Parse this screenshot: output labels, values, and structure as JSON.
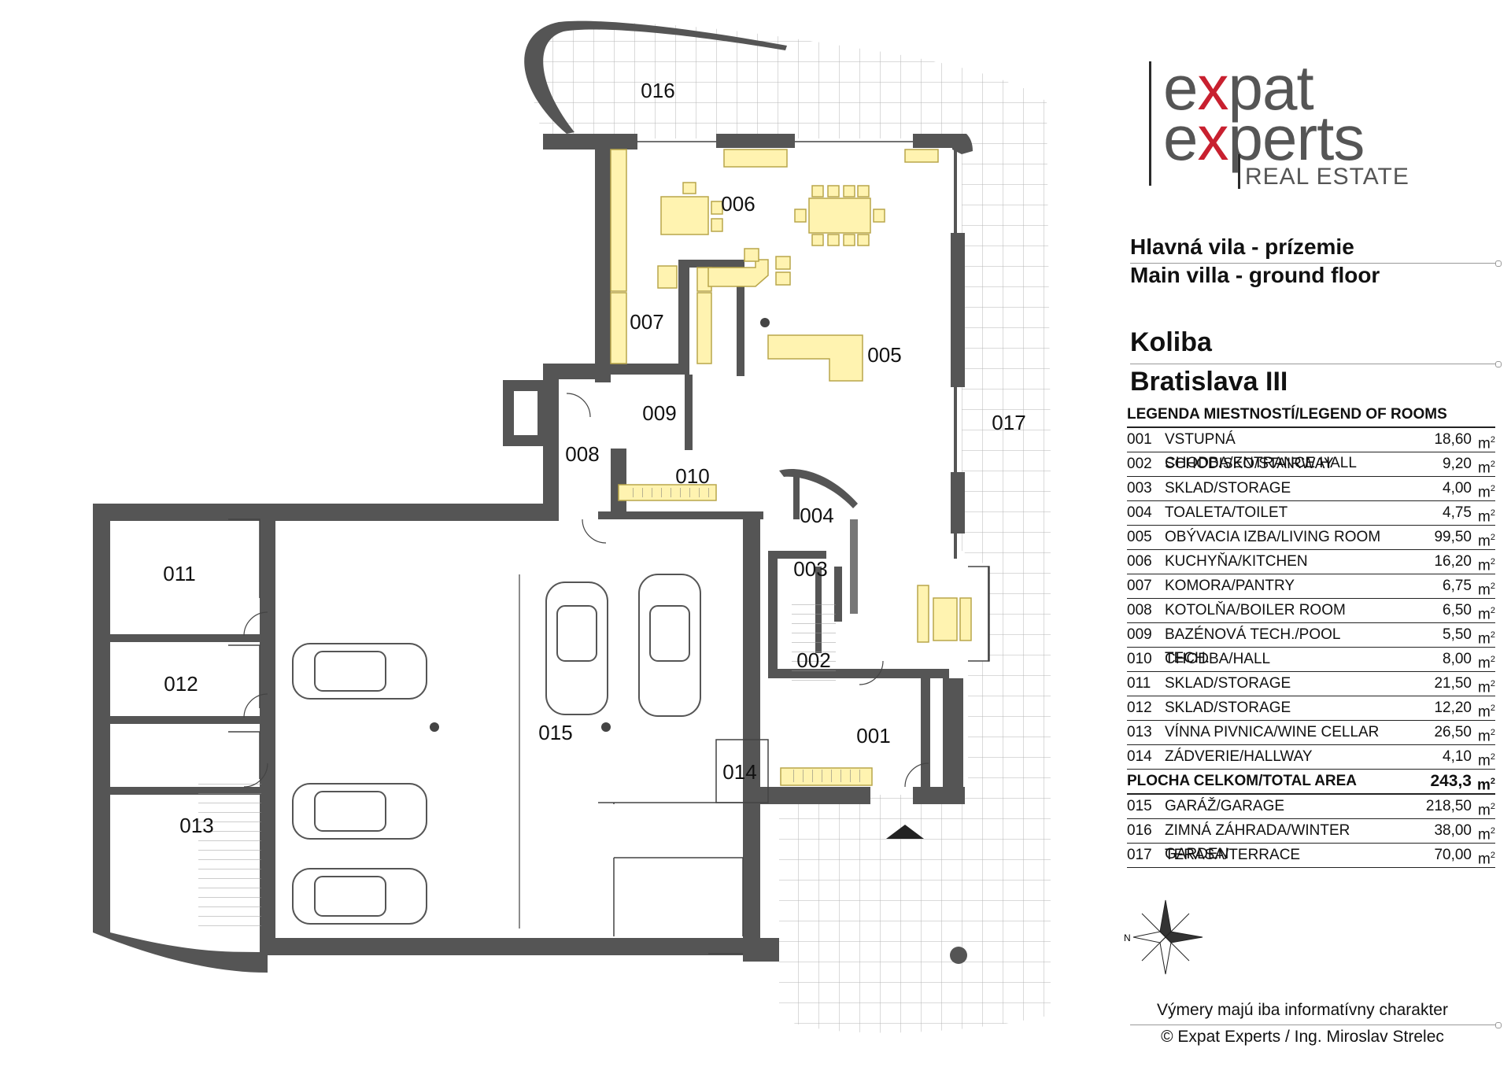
{
  "brand": {
    "line1_a": "e",
    "line1_x": "x",
    "line1_b": "pat",
    "line2_a": "e",
    "line2_x": "x",
    "line2_b": "perts",
    "sub": "REAL ESTATE",
    "accent": "#c8202f"
  },
  "titles": {
    "sk": "Hlavná vila - prízemie",
    "en": "Main villa - ground floor",
    "locality": "Koliba",
    "district": "Bratislava III"
  },
  "legend": {
    "heading": "LEGENDA MIESTNOSTÍ/LEGEND OF ROOMS",
    "unit": "m",
    "rooms": [
      {
        "num": "001",
        "name": "VSTUPNÁ CHODBA/ENTRANCE HALL",
        "area": "18,60"
      },
      {
        "num": "002",
        "name": "SCHODISKO/STAIRWAY",
        "area": "9,20"
      },
      {
        "num": "003",
        "name": "SKLAD/STORAGE",
        "area": "4,00"
      },
      {
        "num": "004",
        "name": "TOALETA/TOILET",
        "area": "4,75"
      },
      {
        "num": "005",
        "name": "OBÝVACIA IZBA/LIVING ROOM",
        "area": "99,50"
      },
      {
        "num": "006",
        "name": "KUCHYŇA/KITCHEN",
        "area": "16,20"
      },
      {
        "num": "007",
        "name": "KOMORA/PANTRY",
        "area": "6,75"
      },
      {
        "num": "008",
        "name": "KOTOLŇA/BOILER ROOM",
        "area": "6,50"
      },
      {
        "num": "009",
        "name": "BAZÉNOVÁ TECH./POOL TECH.",
        "area": "5,50"
      },
      {
        "num": "010",
        "name": "CHODBA/HALL",
        "area": "8,00"
      },
      {
        "num": "011",
        "name": "SKLAD/STORAGE",
        "area": "21,50"
      },
      {
        "num": "012",
        "name": "SKLAD/STORAGE",
        "area": "12,20"
      },
      {
        "num": "013",
        "name": "VÍNNA PIVNICA/WINE CELLAR",
        "area": "26,50"
      },
      {
        "num": "014",
        "name": "ZÁDVERIE/HALLWAY",
        "area": "4,10"
      }
    ],
    "total": {
      "name": "PLOCHA CELKOM/TOTAL AREA",
      "area": "243,3"
    },
    "extra": [
      {
        "num": "015",
        "name": "GARÁŽ/GARAGE",
        "area": "218,50"
      },
      {
        "num": "016",
        "name": "ZIMNÁ ZÁHRADA/WINTER GARDEN",
        "area": "38,00"
      },
      {
        "num": "017",
        "name": "TERASA/TERRACE",
        "area": "70,00"
      }
    ]
  },
  "compass_letter": "N",
  "note": "Výmery majú iba informatívny charakter",
  "copyright": "© Expat Experts / Ing. Miroslav Strelec",
  "plan_labels": {
    "r001": "001",
    "r002": "002",
    "r003": "003",
    "r004": "004",
    "r005": "005",
    "r006": "006",
    "r007": "007",
    "r008": "008",
    "r009": "009",
    "r010": "010",
    "r011": "011",
    "r012": "012",
    "r013": "013",
    "r014": "014",
    "r015": "015",
    "r016": "016",
    "r017": "017"
  },
  "colors": {
    "wall": "#555555",
    "furniture": "#fff3b0",
    "furniture_stroke": "#b9a64a",
    "grid": "#b5b5b5"
  }
}
